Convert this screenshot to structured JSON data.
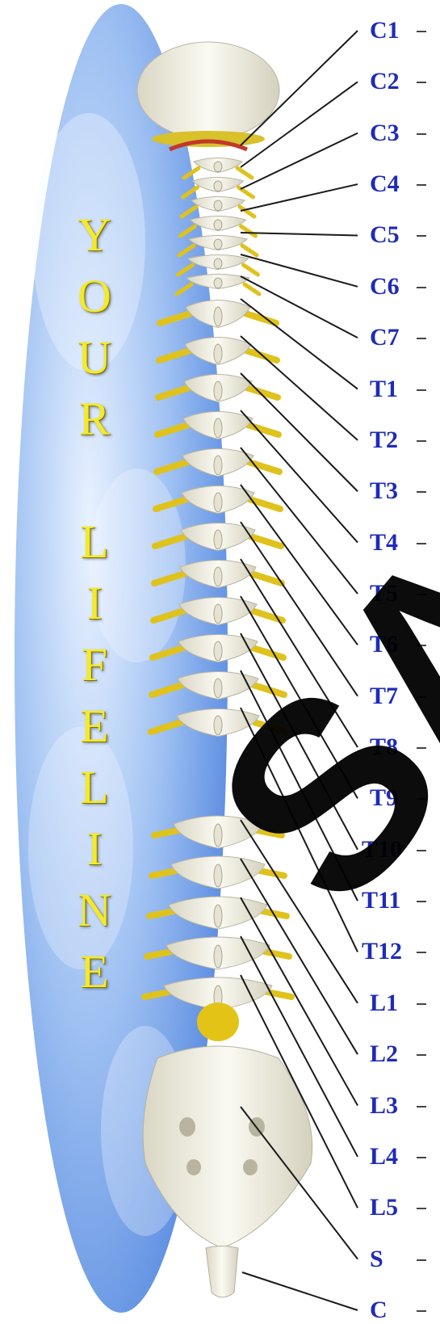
{
  "title_letters": [
    "Y",
    "O",
    "U",
    "R",
    "",
    "L",
    "I",
    "F",
    "E",
    "L",
    "I",
    "N",
    "E"
  ],
  "labels": [
    "C1",
    "C2",
    "C3",
    "C4",
    "C5",
    "C6",
    "C7",
    "T1",
    "T2",
    "T3",
    "T4",
    "T5",
    "T6",
    "T7",
    "T8",
    "T9",
    "T10",
    "T11",
    "T12",
    "L1",
    "L2",
    "L3",
    "L4",
    "L5",
    "S",
    "C"
  ],
  "watermark": "SA",
  "colors": {
    "sky": "#6e9ee8",
    "title": "#f4ea2a",
    "label": "#1f2bb8",
    "bone": "#f2f1e4",
    "disc": "#e0c21c"
  }
}
